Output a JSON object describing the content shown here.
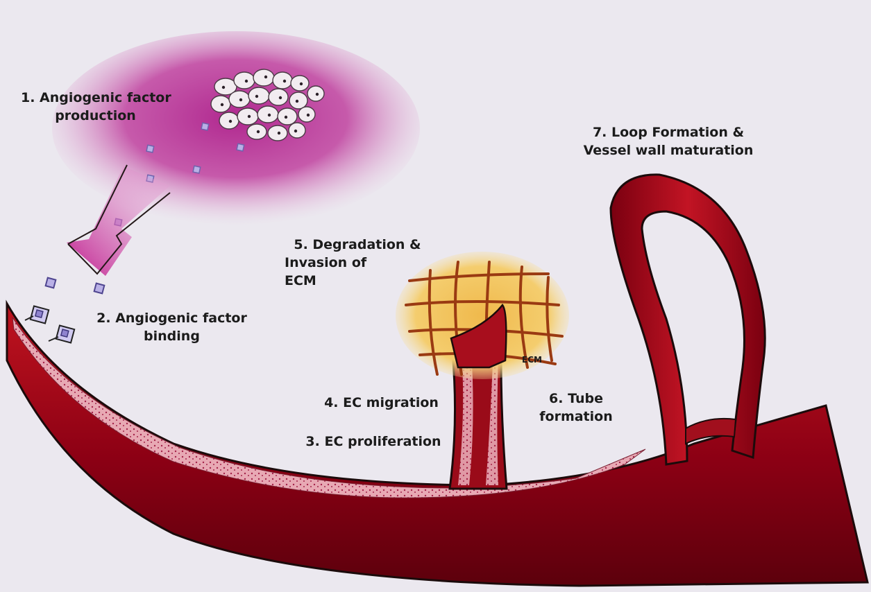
{
  "labels": {
    "step1": {
      "line1": "1. Angiogenic factor",
      "line2": "production"
    },
    "step2": {
      "line1": "2. Angiogenic factor",
      "line2": "binding"
    },
    "step3": {
      "line1": "3. EC proliferation"
    },
    "step4": {
      "line1": "4. EC migration"
    },
    "step5": {
      "line1": "5. Degradation &",
      "line2": "Invasion of",
      "line3": "ECM"
    },
    "step6": {
      "line1": "6. Tube",
      "line2": "formation"
    },
    "step7": {
      "line1": "7. Loop Formation &",
      "line2": "Vessel wall maturation"
    },
    "ecm_tag": "ECM"
  },
  "colors": {
    "background": "#ebe8ef",
    "tumor_cloud": "#b0288f",
    "vessel_dark": "#7a0010",
    "vessel_mid": "#b3101f",
    "endothelial_pink": "#eab0b8",
    "ecm_yellow": "#f1c257",
    "ecm_fibers": "#9a3a12",
    "factor_particle": "#8a7fc4"
  }
}
